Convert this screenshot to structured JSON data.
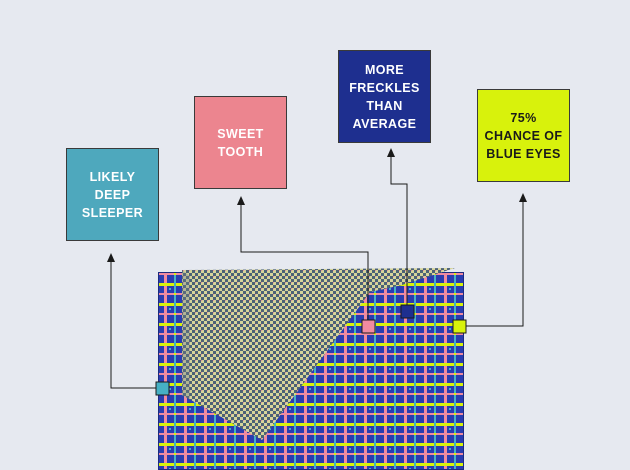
{
  "labels": [
    {
      "id": "b1",
      "text": "LIKELY\nDEEP\nSLEEPER",
      "bg": "#4ea8bd",
      "fg": "#ffffff"
    },
    {
      "id": "b2",
      "text": "SWEET\nTOOTH",
      "bg": "#ec858f",
      "fg": "#ffffff"
    },
    {
      "id": "b3",
      "text": "MORE\nFRECKLES\nTHAN\nAVERAGE",
      "bg": "#1e2f8f",
      "fg": "#ffffff"
    },
    {
      "id": "b4",
      "text": "75%\nCHANCE OF\nBLUE EYES",
      "bg": "#d8f20c",
      "fg": "#1a1a1a"
    }
  ],
  "colors": {
    "background": "#e6e9f0",
    "weave_base": "#2a3cb0",
    "weave_pink": "#f08aa0",
    "weave_yellow": "#d8f20c",
    "weave_teal": "#46b0c4",
    "fold_dark": "#556b80",
    "fold_light": "#d6d49a"
  }
}
